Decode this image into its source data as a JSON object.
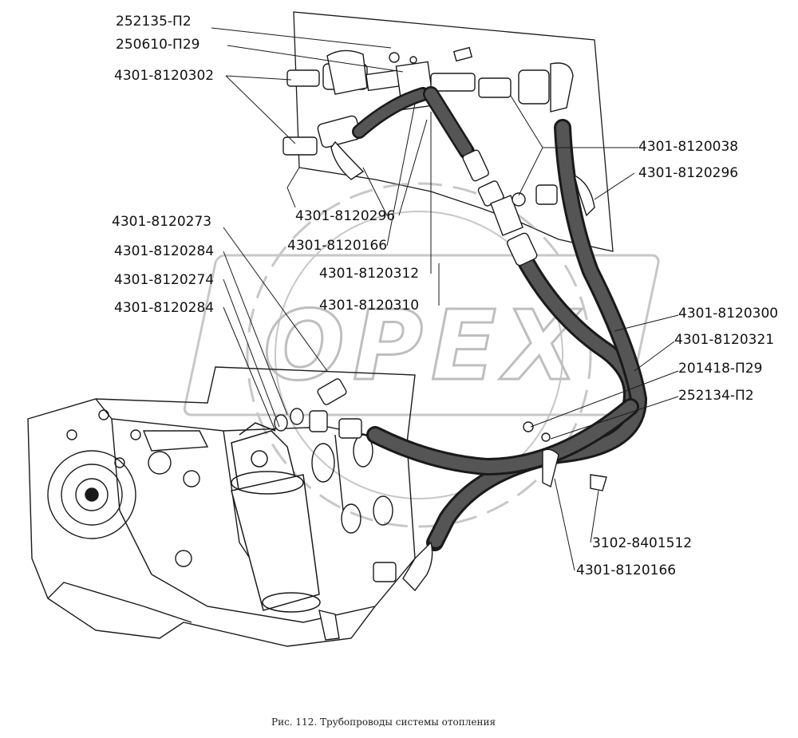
{
  "watermark": "OPEX",
  "caption": "Рис. 112.  Трубопроводы системы отопления",
  "labels": {
    "l252135_p2": "252135-П2",
    "l250610_p29": "250610-П29",
    "l4301_8120302": "4301-8120302",
    "l4301_8120038": "4301-8120038",
    "l4301_8120296_right": "4301-8120296",
    "l4301_8120296_mid": "4301-8120296",
    "l4301_8120273": "4301-8120273",
    "l4301_8120166_mid": "4301-8120166",
    "l4301_8120284_a": "4301-8120284",
    "l4301_8120312": "4301-8120312",
    "l4301_8120274": "4301-8120274",
    "l4301_8120310": "4301-8120310",
    "l4301_8120284_b": "4301-8120284",
    "l4301_8120300": "4301-8120300",
    "l4301_8120321": "4301-8120321",
    "l201418_p29": "201418-П29",
    "l252134_p2": "252134-П2",
    "l3102_8401512": "3102-8401512",
    "l4301_8120166_bottom": "4301-8120166"
  },
  "colors": {
    "ink": "#1a1a1a",
    "watermark": "#9a9a9a",
    "hose_fill": "#3a3a3a"
  }
}
